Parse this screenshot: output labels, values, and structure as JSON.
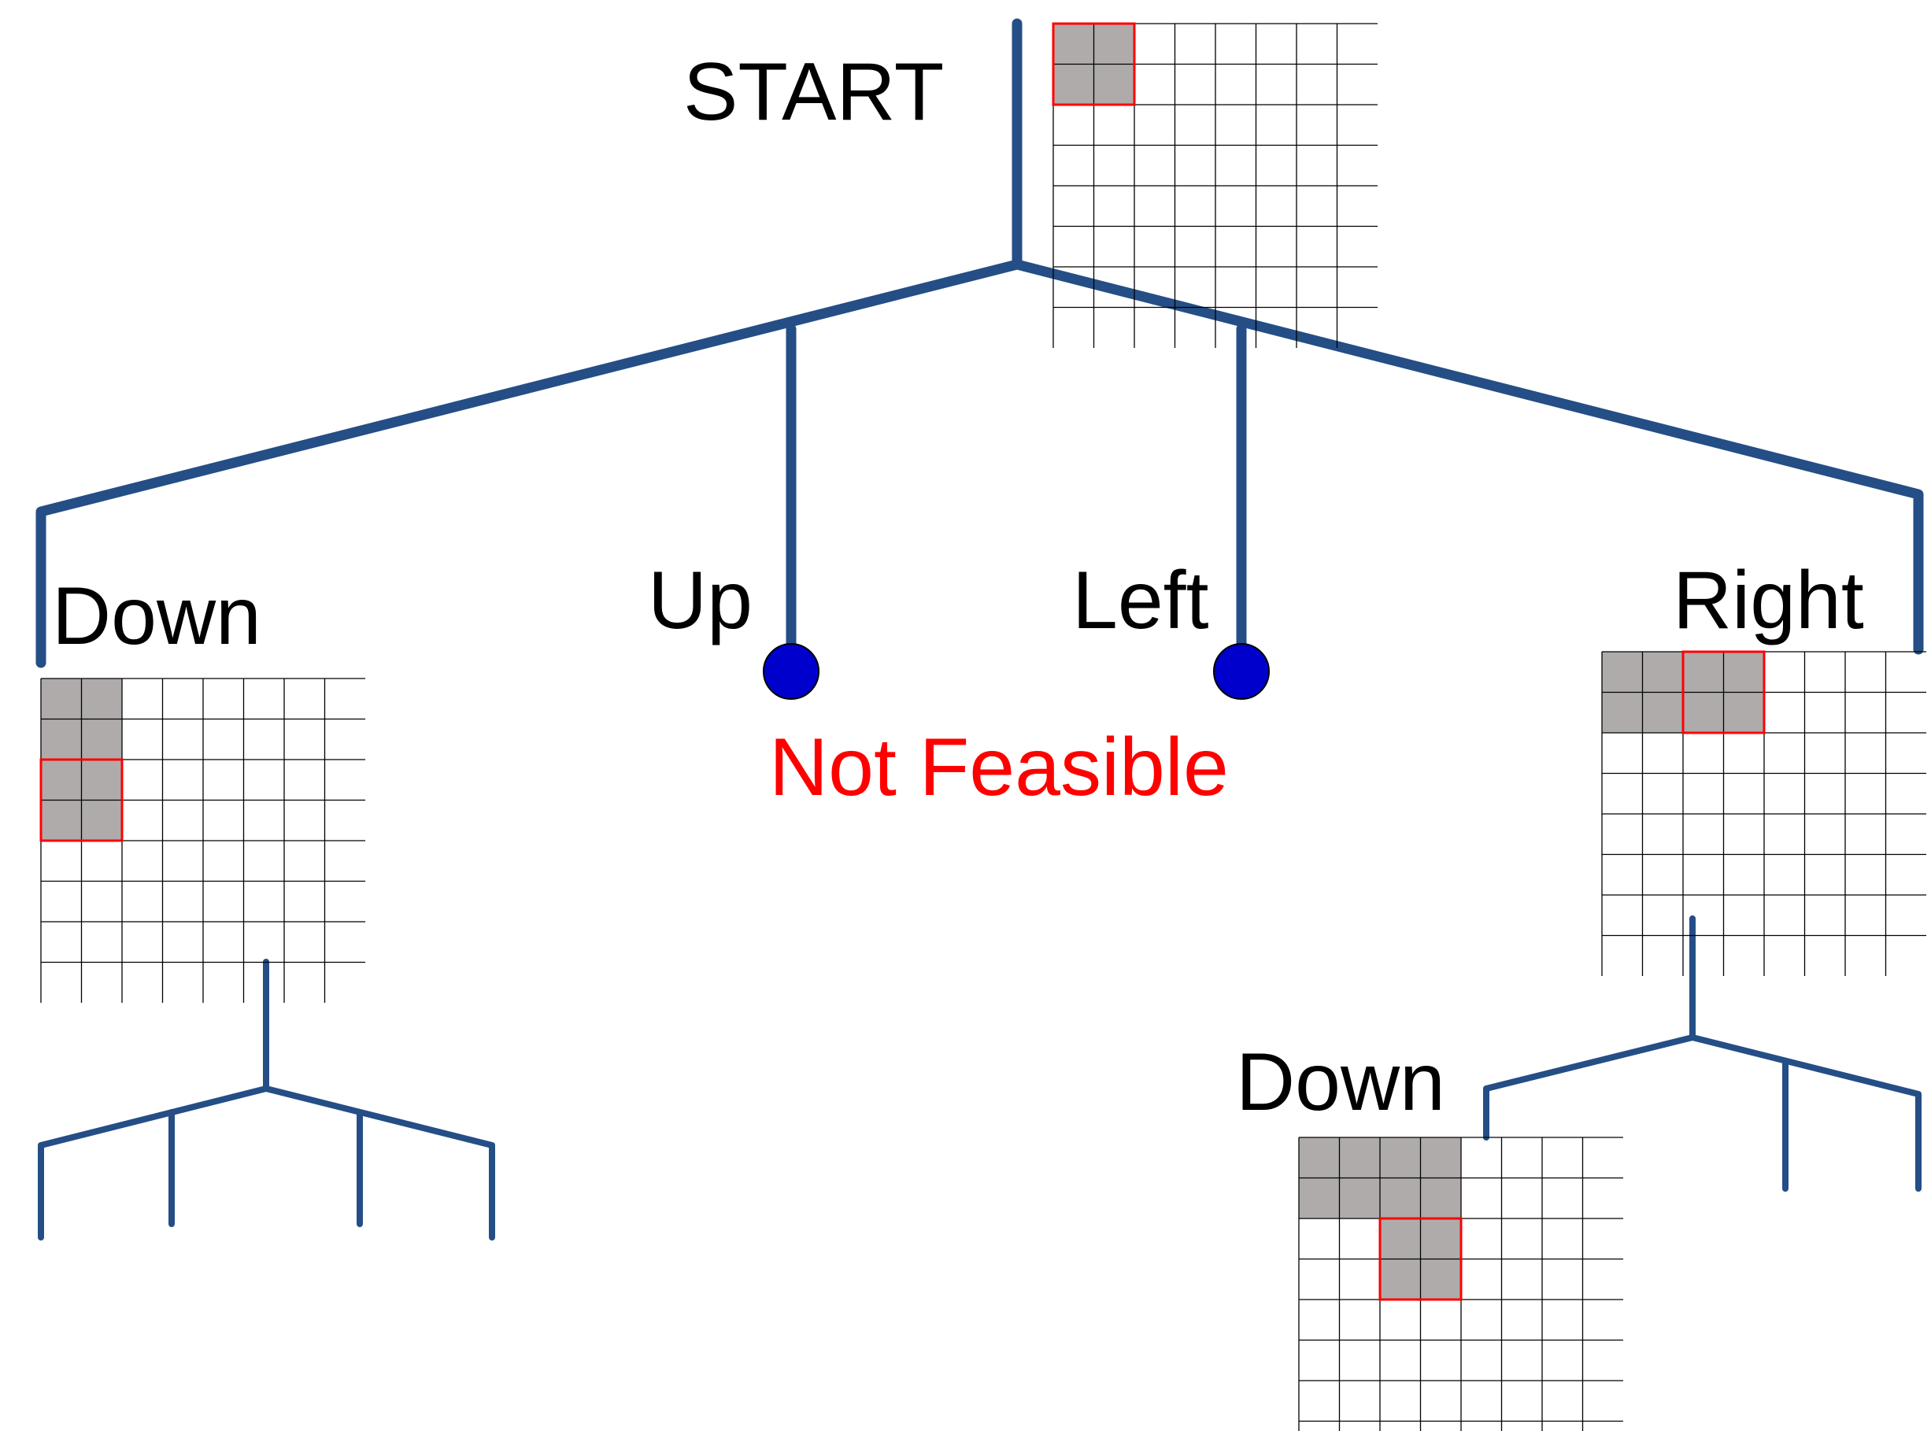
{
  "labels": {
    "start": "START",
    "down": "Down",
    "up": "Up",
    "left": "Left",
    "right": "Right",
    "down2": "Down",
    "not_feasible": "Not Feasible"
  },
  "colors": {
    "branch": "#244e85",
    "dead_end": "#0000cc",
    "shaded_cell": "#afabab",
    "highlight": "#ff0000",
    "grid_line": "#000000"
  },
  "grids": [
    {
      "id": "start-state",
      "rows": 8,
      "cols": 8,
      "shaded": [
        [
          0,
          0
        ],
        [
          0,
          1
        ],
        [
          1,
          0
        ],
        [
          1,
          1
        ]
      ],
      "highlight": {
        "row": 0,
        "col": 0,
        "rows": 2,
        "cols": 2
      }
    },
    {
      "id": "down-state",
      "rows": 8,
      "cols": 8,
      "shaded": [
        [
          0,
          0
        ],
        [
          0,
          1
        ],
        [
          1,
          0
        ],
        [
          1,
          1
        ],
        [
          2,
          0
        ],
        [
          2,
          1
        ],
        [
          3,
          0
        ],
        [
          3,
          1
        ]
      ],
      "highlight": {
        "row": 2,
        "col": 0,
        "rows": 2,
        "cols": 2
      }
    },
    {
      "id": "right-state",
      "rows": 8,
      "cols": 8,
      "shaded": [
        [
          0,
          0
        ],
        [
          0,
          1
        ],
        [
          0,
          2
        ],
        [
          0,
          3
        ],
        [
          1,
          0
        ],
        [
          1,
          1
        ],
        [
          1,
          2
        ],
        [
          1,
          3
        ]
      ],
      "highlight": {
        "row": 0,
        "col": 2,
        "rows": 2,
        "cols": 2
      }
    },
    {
      "id": "right-down-state",
      "rows": 8,
      "cols": 8,
      "shaded": [
        [
          0,
          0
        ],
        [
          0,
          1
        ],
        [
          0,
          2
        ],
        [
          0,
          3
        ],
        [
          1,
          0
        ],
        [
          1,
          1
        ],
        [
          1,
          2
        ],
        [
          1,
          3
        ],
        [
          2,
          2
        ],
        [
          2,
          3
        ],
        [
          3,
          2
        ],
        [
          3,
          3
        ]
      ],
      "highlight": {
        "row": 2,
        "col": 2,
        "rows": 2,
        "cols": 2
      }
    }
  ]
}
